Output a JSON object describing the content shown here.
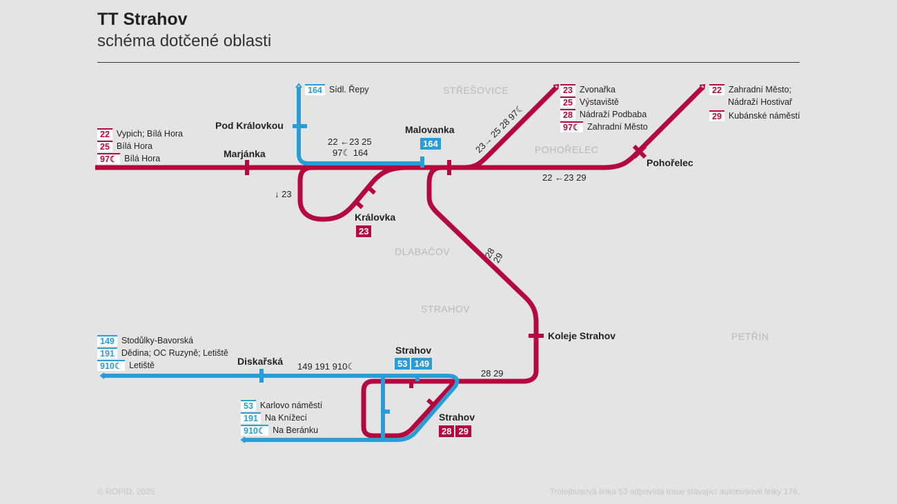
{
  "header": {
    "title": "TT Strahov",
    "subtitle": "schéma dotčené oblasti"
  },
  "colors": {
    "tram": "#b3093f",
    "bus": "#2a9dd6",
    "background": "#e4e4e4"
  },
  "districts": [
    "STŘEŠOVICE",
    "POHOŘELEC",
    "DLABAČOV",
    "STRAHOV",
    "PETŘÍN"
  ],
  "stops": {
    "pod_kralovkou": "Pod Královkou",
    "marjanka": "Marjánka",
    "malovanka": "Malovanka",
    "kralovka": "Královka",
    "pohorelec": "Pohořelec",
    "koleje_strahov": "Koleje Strahov",
    "diskarska": "Diskařská",
    "strahov_bus": "Strahov",
    "strahov_tram": "Strahov"
  },
  "badges": {
    "malovanka": [
      "164"
    ],
    "kralovka": [
      "23"
    ],
    "strahov_bus": [
      "53",
      "149"
    ],
    "strahov_tram": [
      "28",
      "29"
    ]
  },
  "segment_labels": {
    "west_a": "22 ←23 25",
    "west_b": "97☾ 164",
    "kralovka_branch": "↓ 23",
    "north": "23→ 25 28 97☾",
    "pohorelec": "22 ←23 29",
    "strahov_diag": "28 29",
    "koleje": "28 29",
    "bus_west": "149 191 910☾"
  },
  "legend_west": [
    {
      "num": "22",
      "dest": "Vypich; Bílá Hora"
    },
    {
      "num": "25",
      "dest": "Bílá Hora"
    },
    {
      "num": "97☾",
      "dest": "Bílá Hora"
    }
  ],
  "legend_repy": [
    {
      "num": "164",
      "dest": "Sídl. Řepy"
    }
  ],
  "legend_zvonarka": [
    {
      "num": "23",
      "dest": "Zvonařka"
    },
    {
      "num": "25",
      "dest": "Výstaviště"
    },
    {
      "num": "28",
      "dest": "Nádraží Podbaba"
    },
    {
      "num": "97☾",
      "dest": "Zahradní Město"
    }
  ],
  "legend_east": [
    {
      "num": "22",
      "dest": "Zahradní Město;",
      "dest2": "Nádraží Hostivař"
    },
    {
      "num": "29",
      "dest": "Kubánské náměstí"
    }
  ],
  "legend_bus_west": [
    {
      "num": "149",
      "dest": "Stodůlky-Bavorská"
    },
    {
      "num": "191",
      "dest": "Dědina; OC Ruzyně; Letiště"
    },
    {
      "num": "910☾",
      "dest": "Letiště"
    }
  ],
  "legend_bus_south": [
    {
      "num": "53",
      "dest": "Karlovo náměstí"
    },
    {
      "num": "191",
      "dest": "Na Knížecí"
    },
    {
      "num": "910☾",
      "dest": "Na Beránku"
    }
  ],
  "footer": {
    "copyright": "© ROPID, 2025",
    "note": "Trolejbusová linka 53 odpovídá trase stávající autobusové linky 176."
  }
}
